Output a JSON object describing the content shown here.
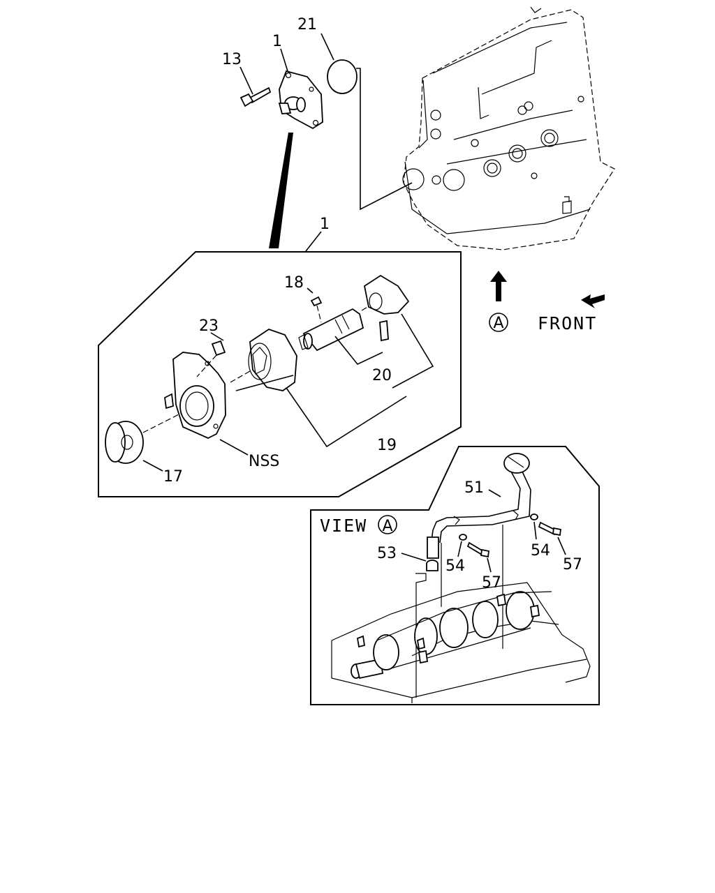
{
  "callouts": {
    "c21": "21",
    "c1_top": "1",
    "c13": "13",
    "c1_box": "1",
    "c18": "18",
    "c23": "23",
    "c20": "20",
    "c19": "19",
    "cNSS": "NSS",
    "c17": "17",
    "c51": "51",
    "c53": "53",
    "c54a": "54",
    "c54b": "54",
    "c57a": "57",
    "c57b": "57"
  },
  "front_label": "FRONT",
  "view_marker": "A",
  "view_title_prefix": "VIEW",
  "view_title_marker": "A"
}
